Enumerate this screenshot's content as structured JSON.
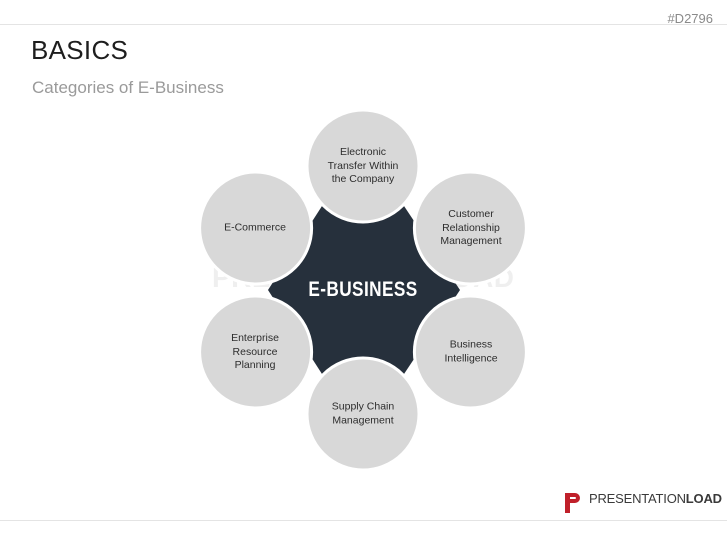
{
  "slide_id": "#D2796",
  "title": "BASICS",
  "subtitle": "Categories of E-Business",
  "diagram": {
    "center": "E-BUSINESS",
    "nodes": [
      {
        "key": "electronic-transfer",
        "label": "Electronic\nTransfer Within\nthe Company"
      },
      {
        "key": "crm",
        "label": "Customer\nRelationship\nManagement"
      },
      {
        "key": "bi",
        "label": "Business\nIntelligence"
      },
      {
        "key": "scm",
        "label": "Supply Chain\nManagement"
      },
      {
        "key": "erp",
        "label": "Enterprise\nResource\nPlanning"
      },
      {
        "key": "ecommerce",
        "label": "E-Commerce"
      }
    ]
  },
  "watermark": "PRESENTATIONLOAD",
  "logo": {
    "text_bold": "PRESENTATION",
    "text_strong": "LOAD"
  },
  "colors": {
    "center": "#26303c",
    "node": "#d8d8d8",
    "node_border": "#ffffff",
    "logo_red": "#c0202a"
  }
}
